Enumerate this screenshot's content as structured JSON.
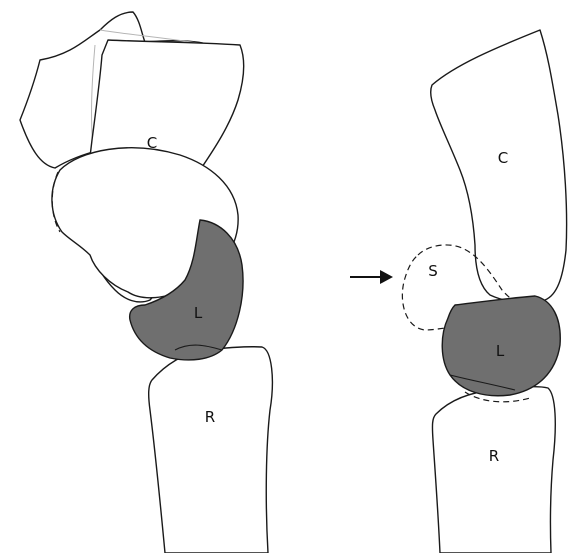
{
  "left_panel": {
    "capitate_label": "C",
    "lunate_label": "L",
    "radius_label": "R"
  },
  "right_panel": {
    "capitate_label": "C",
    "scaphoid_label": "S",
    "lunate_label": "L",
    "radius_label": "R"
  },
  "colors": {
    "lunate_fill": "#6f6f6f",
    "outline": "#1a1a1a",
    "ghost_outline": "#b5b5b5"
  }
}
